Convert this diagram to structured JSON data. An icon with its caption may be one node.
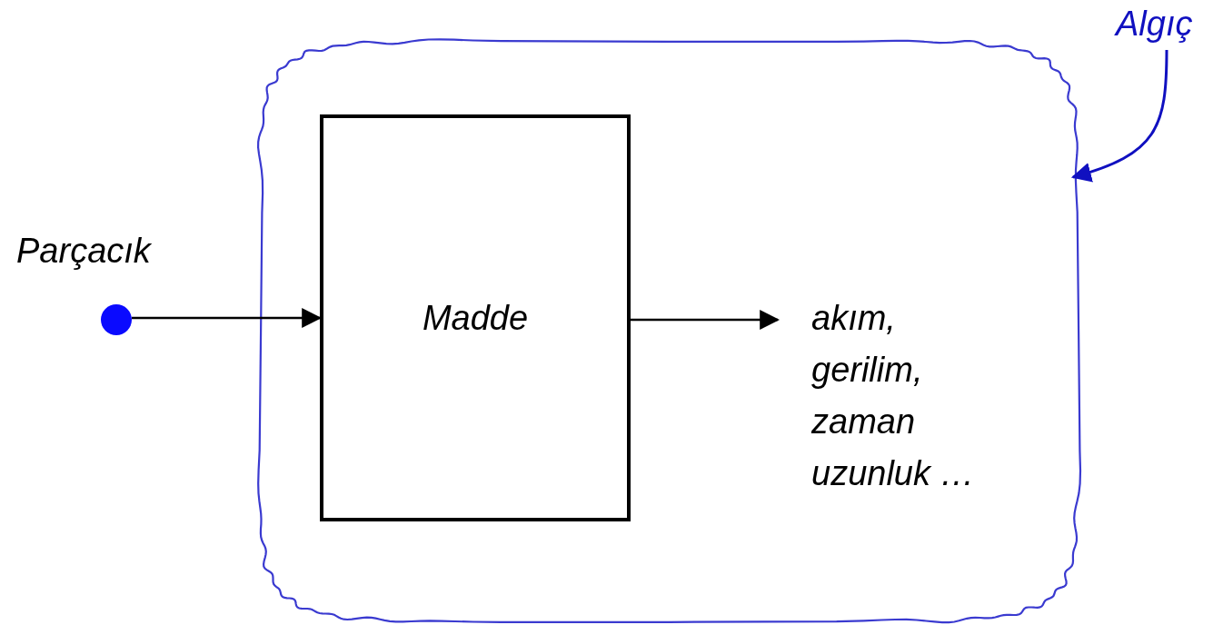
{
  "diagram": {
    "nodes": [
      {
        "text": [],
        "shape": "cloud"
      },
      {
        "text": [
          "Madde"
        ],
        "in": 0
      },
      {
        "text": [],
        "shape": "circle",
        "beside": [
          "Parçacık"
        ]
      },
      {
        "text": [
          "akım, gerilim, zaman uzunluk …"
        ],
        "in": 0
      },
      {
        "text": [
          "Algıç"
        ]
      }
    ],
    "edges": [
      {
        "from": 2,
        "to": 1,
        "arrow": "to"
      },
      {
        "from": 1,
        "to": 3,
        "arrow": "to"
      },
      {
        "from": 4,
        "to": 0,
        "arrow": "to",
        "color": "#1010c0"
      }
    ]
  }
}
